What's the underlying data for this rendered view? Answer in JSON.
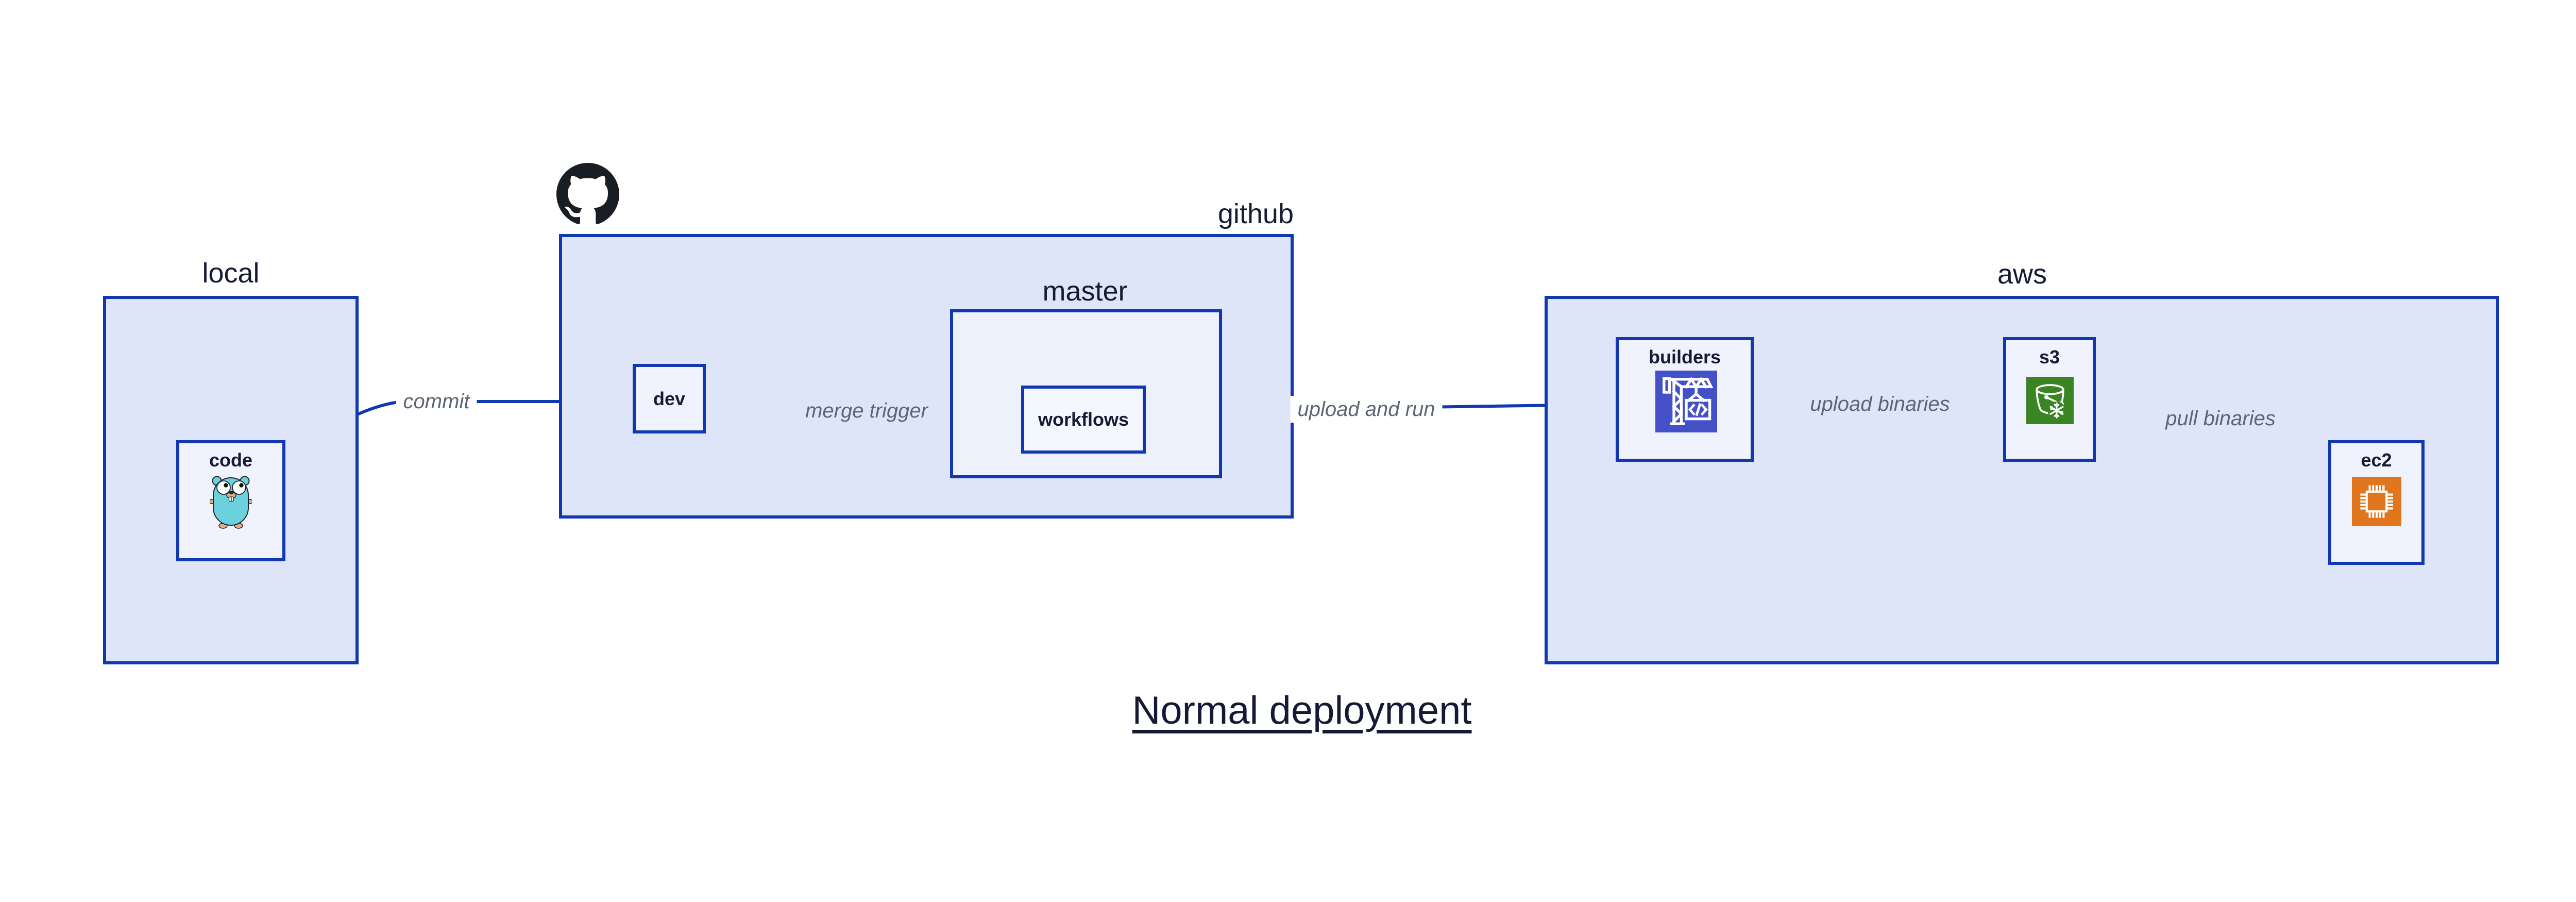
{
  "title": "Normal deployment",
  "groups": {
    "local": {
      "label": "local"
    },
    "github": {
      "label": "github",
      "logo_icon": "github-octocat-logo"
    },
    "master": {
      "label": "master"
    },
    "aws": {
      "label": "aws"
    }
  },
  "nodes": {
    "code": {
      "label": "code",
      "icon": "go-gopher-icon"
    },
    "dev": {
      "label": "dev"
    },
    "workflows": {
      "label": "workflows"
    },
    "builders": {
      "label": "builders",
      "icon": "aws-codebuild-crane-icon",
      "icon_color": "#4450c8"
    },
    "s3": {
      "label": "s3",
      "icon": "aws-s3-bucket-snowflake-icon",
      "icon_color": "#3a8523"
    },
    "ec2": {
      "label": "ec2",
      "icon": "aws-ec2-chip-icon",
      "icon_color": "#e0761e"
    }
  },
  "edges": [
    {
      "id": "commit",
      "label": "commit",
      "from": "code",
      "to": "dev"
    },
    {
      "id": "merge-trigger",
      "label": "merge trigger",
      "from": "dev",
      "to": "workflows"
    },
    {
      "id": "upload-and-run",
      "label": "upload and run",
      "from": "workflows",
      "to": "builders"
    },
    {
      "id": "upload-binaries",
      "label": "upload binaries",
      "from": "builders",
      "to": "s3"
    },
    {
      "id": "pull-binaries",
      "label": "pull binaries",
      "from": "s3",
      "to": "ec2"
    }
  ],
  "colors": {
    "canvas": "#ffffff",
    "group_fill": "#dfe5f8",
    "node_fill": "#f0f3fd",
    "master_fill": "#edf1fc",
    "border_and_arrow": "#1138b0",
    "heading_text": "#161b33",
    "edge_label_text": "#5d6573",
    "codebuild_indigo": "#4450c8",
    "s3_green": "#3a8523",
    "ec2_orange": "#e0761e",
    "gopher_teal": "#6bd2dd",
    "github_logo": "#191d24"
  }
}
